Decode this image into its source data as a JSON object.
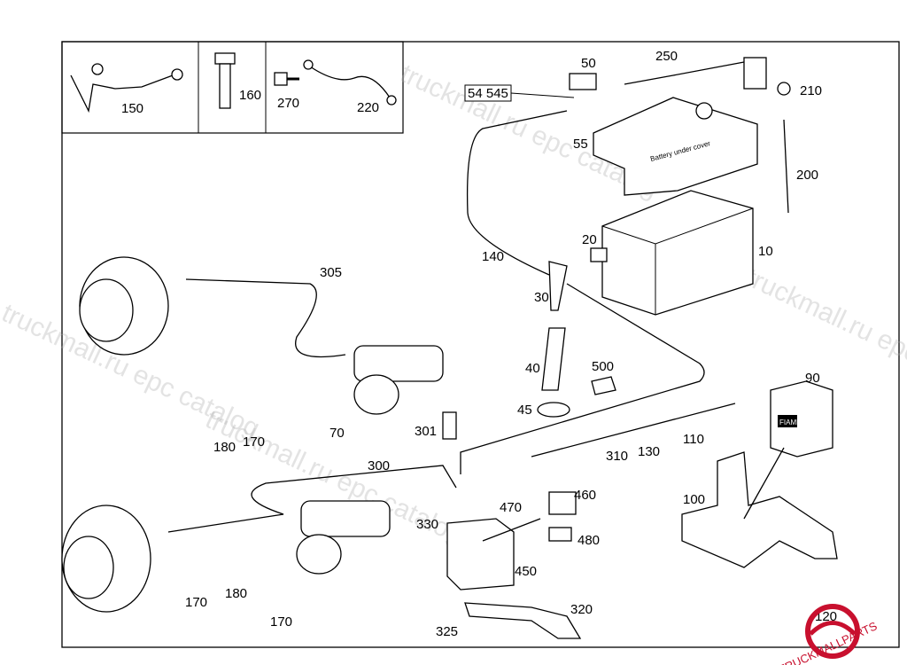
{
  "diagram": {
    "labels": [
      "150",
      "160",
      "270",
      "220",
      "50",
      "54 545",
      "250",
      "210",
      "55",
      "200",
      "20",
      "10",
      "140",
      "305",
      "30",
      "40",
      "500",
      "90",
      "45",
      "70",
      "301",
      "180",
      "170",
      "300",
      "310",
      "130",
      "110",
      "100",
      "460",
      "470",
      "330",
      "480",
      "450",
      "180",
      "170",
      "170",
      "320",
      "325",
      "120"
    ],
    "battery_text": "Battery under cover",
    "small_battery_brand": "FIAMM"
  },
  "watermark": {
    "text": "truckmall.ru epc catalog",
    "logo_text": "TRUCKMALLPARTS",
    "logo_color": "#c8102e"
  }
}
